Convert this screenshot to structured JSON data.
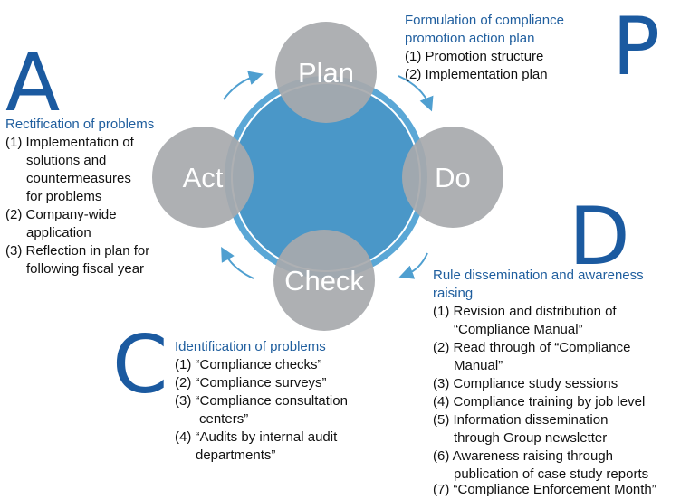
{
  "cycle": {
    "nodes": [
      "Plan",
      "Do",
      "Check",
      "Act"
    ],
    "colors": {
      "ring": "#4f9fd0",
      "center": "#4a97c8",
      "node": "#a7a9ac",
      "arrow": "#4f9fd0"
    }
  },
  "quadrants": {
    "p": {
      "letter": "P",
      "heading": [
        "Formulation of compliance",
        "promotion action plan"
      ],
      "items": [
        "(1) Promotion structure",
        "(2) Implementation plan"
      ]
    },
    "a": {
      "letter": "A",
      "heading": [
        "Rectification of problems"
      ],
      "items": [
        "(1) Implementation of",
        "solutions and",
        "countermeasures",
        "for problems",
        "(2) Company-wide",
        "application",
        "(3) Reflection in plan for",
        "following fiscal year"
      ]
    },
    "d": {
      "letter": "D",
      "heading": [
        "Rule dissemination and awareness",
        "raising"
      ],
      "items": [
        "(1) Revision and distribution of",
        "“Compliance Manual”",
        "(2) Read through of “Compliance",
        "Manual”",
        "(3) Compliance study sessions",
        "(4) Compliance training by job level",
        "(5) Information dissemination",
        "through Group newsletter",
        "(6) Awareness raising through",
        "publication of case study reports",
        "(7) “Compliance Enforcement Month”"
      ]
    },
    "c": {
      "letter": "C",
      "heading": [
        "Identification of problems"
      ],
      "items": [
        "(1) “Compliance checks”",
        "(2) “Compliance surveys”",
        "(3) “Compliance consultation",
        "centers”",
        "(4) “Audits by internal audit",
        "departments”"
      ]
    }
  }
}
